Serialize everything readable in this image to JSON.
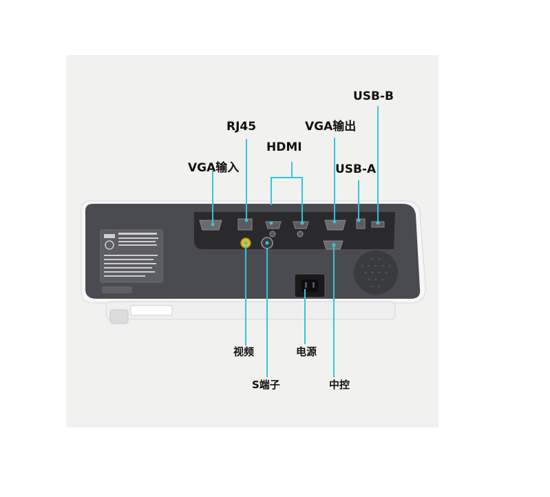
{
  "labels": {
    "usb_b": "USB-B",
    "rj45": "RJ45",
    "vga_out": "VGA输出",
    "hdmi": "HDMI",
    "vga_in": "VGA输入",
    "usb_a": "USB-A",
    "video": "视频",
    "power": "电源",
    "s_video": "S端子",
    "control": "中控"
  },
  "colors": {
    "pointer_line": "#35c5d6",
    "projector_body": "#4a4b50",
    "panel": "#2a2a2d"
  }
}
